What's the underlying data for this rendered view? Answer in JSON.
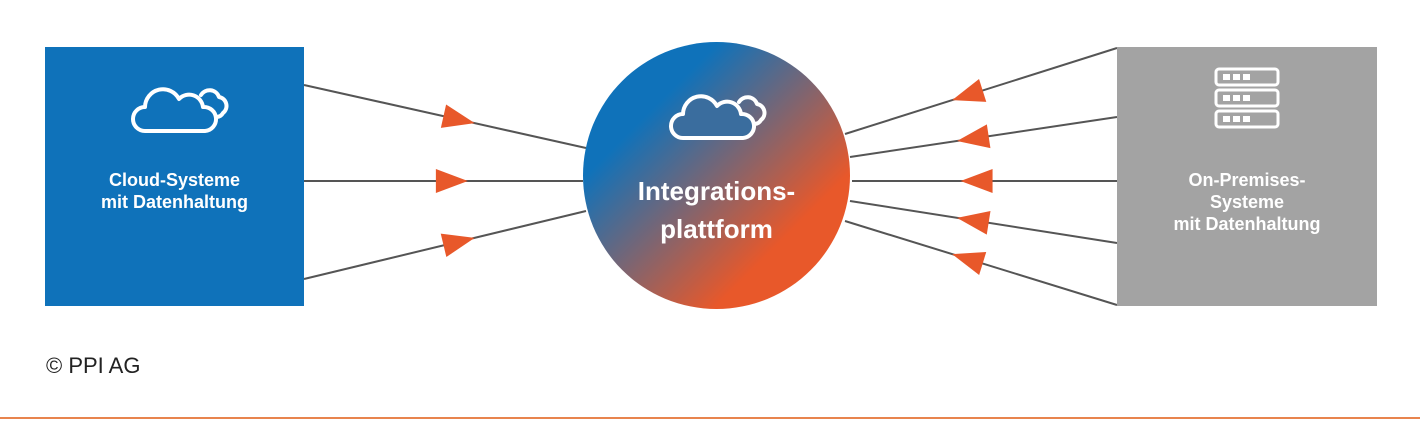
{
  "colors": {
    "cloud_box": "#0f72ba",
    "onprem_box": "#a3a3a3",
    "arrow": "#e8582a",
    "line": "#555555",
    "gradient_start": "#0f72ba",
    "gradient_end": "#e8582a",
    "bottom_rule": "#e8844e"
  },
  "left_box": {
    "label_lines": [
      "Cloud-Systeme",
      "mit Datenhaltung"
    ],
    "icon": "cloud-icon"
  },
  "center": {
    "label_lines": [
      "Integrations-",
      "plattform"
    ],
    "icon": "cloud-icon"
  },
  "right_box": {
    "label_lines": [
      "On-Premises-",
      "Systeme",
      "mit Datenhaltung"
    ],
    "icon": "server-icon"
  },
  "copyright": "© PPI AG"
}
